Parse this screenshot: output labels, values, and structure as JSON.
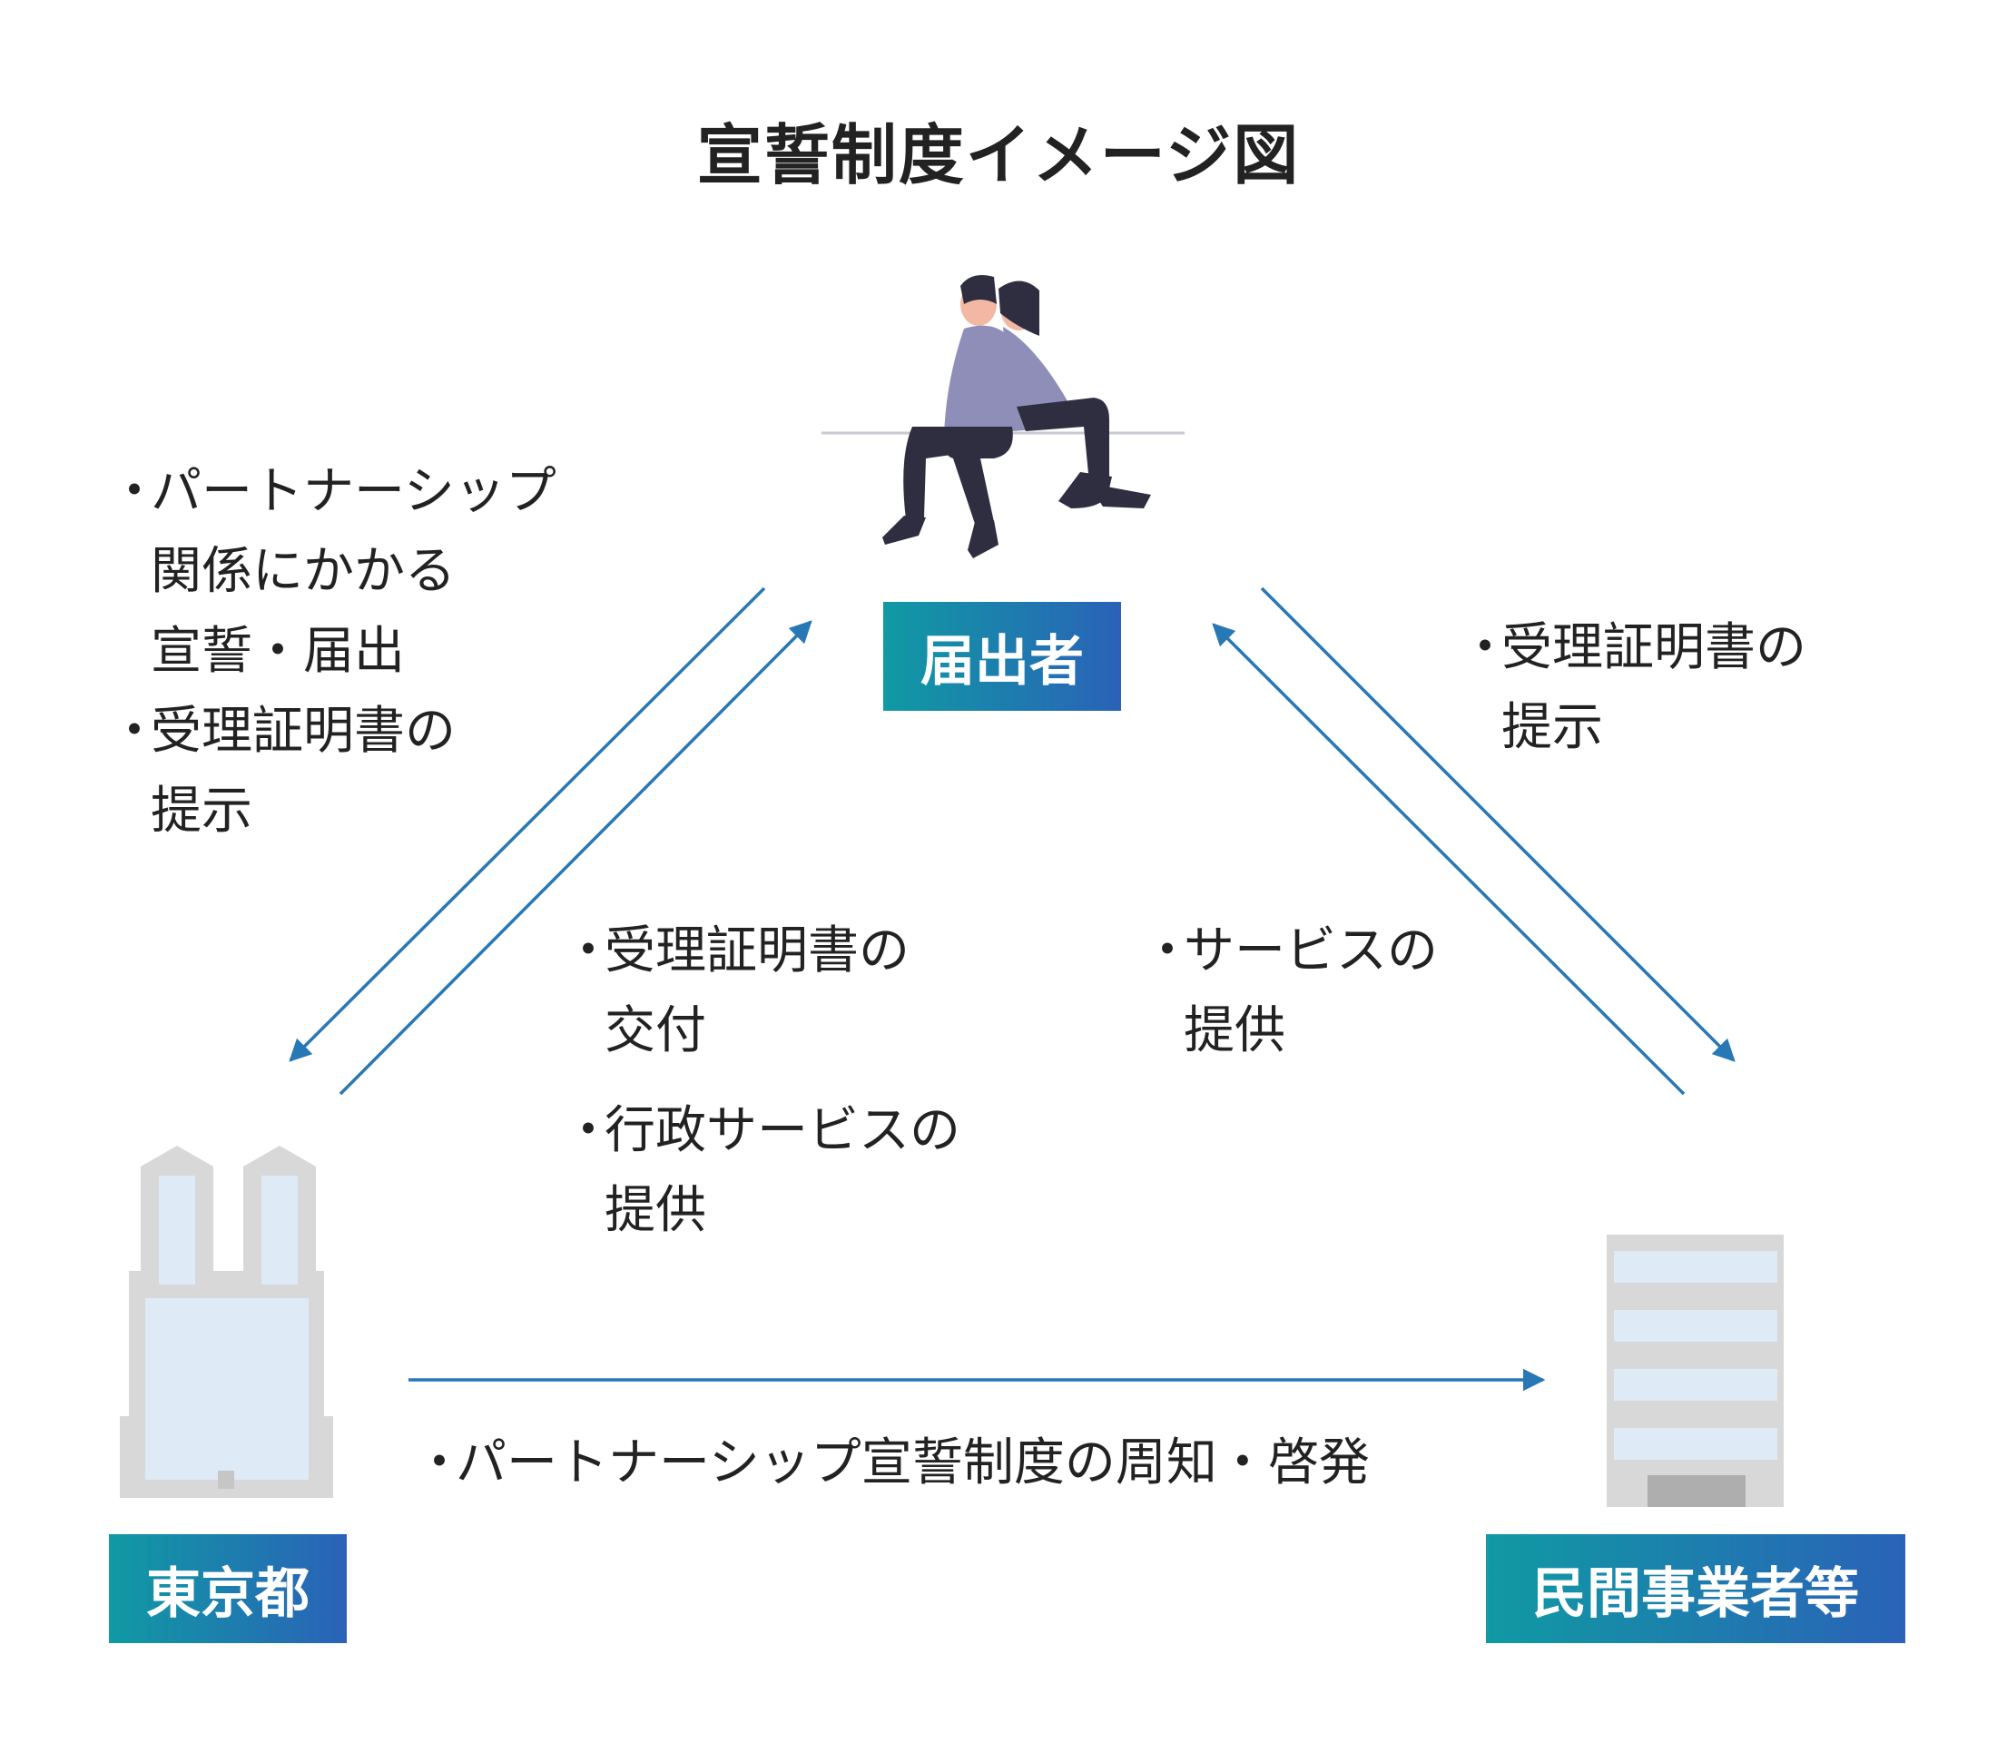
{
  "title": "宣誓制度イメージ図",
  "nodes": {
    "applicant": {
      "label": "届出者"
    },
    "tokyo": {
      "label": "東京都"
    },
    "business": {
      "label": "民間事業者等"
    }
  },
  "annotations": {
    "applicant_to_tokyo": [
      {
        "bullet": "・",
        "text": "パートナーシップ\n関係にかかる\n宣誓・届出"
      },
      {
        "bullet": "・",
        "text": "受理証明書の\n提示"
      }
    ],
    "tokyo_to_applicant": [
      {
        "bullet": "・",
        "text": "受理証明書の\n交付"
      },
      {
        "bullet": "・",
        "text": "行政サービスの\n提供"
      }
    ],
    "applicant_to_business": [
      {
        "bullet": "・",
        "text": "受理証明書の\n提示"
      }
    ],
    "business_to_applicant": [
      {
        "bullet": "・",
        "text": "サービスの\n提供"
      }
    ],
    "tokyo_to_business": [
      {
        "bullet": "・",
        "text": "パートナーシップ宣誓制度の周知・啓発"
      }
    ]
  },
  "colors": {
    "arrow": "#2878b5",
    "label_gradient_start": "#109aa3",
    "label_gradient_end": "#2a62b8",
    "text": "#222222",
    "building_gray": "#d8d8d8",
    "window_blue": "#dfeaf7",
    "person_shirt": "#8e8eb8",
    "person_dark": "#2f2e41",
    "skin": "#f2b8a3"
  },
  "icons": {
    "applicant": "couple-sitting-icon",
    "tokyo": "twin-tower-building-icon",
    "business": "office-building-icon"
  }
}
